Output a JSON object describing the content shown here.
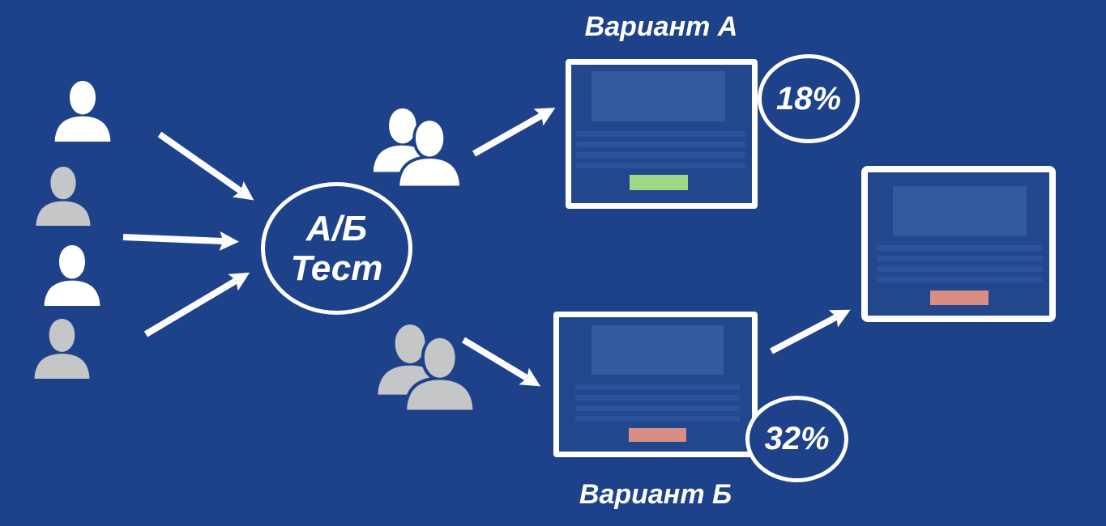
{
  "diagram": {
    "circle": {
      "line1": "А/Б",
      "line2": "Тест"
    },
    "variant_a": {
      "title": "Вариант А",
      "conversion": "18%"
    },
    "variant_b": {
      "title": "Вариант Б",
      "conversion": "32%"
    }
  },
  "colors": {
    "background": "#1E4289",
    "card_fill": "#23478D",
    "card_header": "#35599E",
    "card_text_line": "#2D529B",
    "button_variant_a": "#9FD687",
    "button_variant_b": "#D98E83",
    "user_white": "#FFFFFF",
    "user_gray": "#C5C6C8",
    "arrow": "#FFFFFF"
  },
  "icons": {
    "audience": [
      "white-user",
      "gray-user",
      "white-user",
      "gray-user"
    ],
    "group_a": "white-user-pair",
    "group_b": "gray-user-pair",
    "arrows": 6
  }
}
